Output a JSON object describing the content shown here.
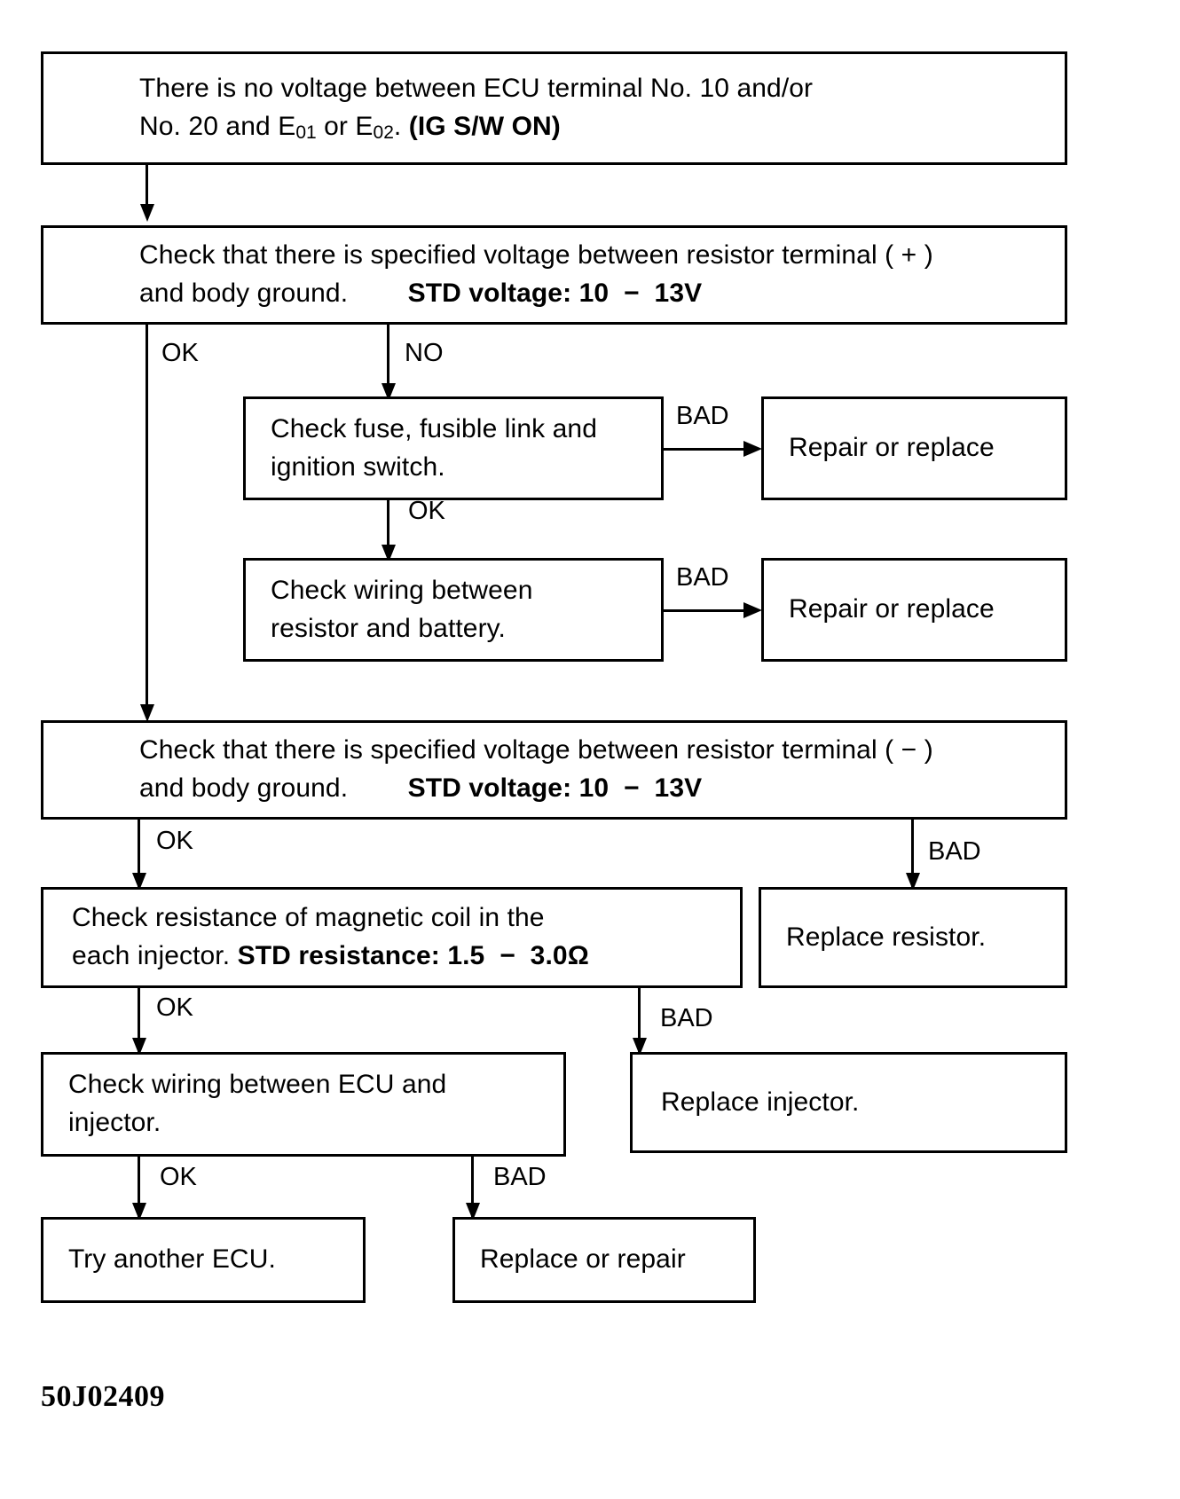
{
  "diagram": {
    "title": "Injector circuit voltage troubleshooting flowchart",
    "caption": "50J02409",
    "nodes": {
      "symptom": {
        "line1": "There is no voltage between ECU terminal No. 10 and/or",
        "line2_a": "No. 20 and E",
        "line2_sub1": "01",
        "line2_b": " or E",
        "line2_sub2": "02",
        "line2_c": ". ",
        "line2_bold": "(IG S/W ON)"
      },
      "check_voltage_plus": {
        "line1": "Check that there is specified voltage between resistor terminal ( + )",
        "line2_a": "and body ground.",
        "line2_spacer": "        ",
        "line2_bold": "STD voltage",
        "line2_b": ": 10  −  13V"
      },
      "check_fuse": {
        "line1": "Check fuse, fusible link and",
        "line2": "ignition switch."
      },
      "repair_replace_1": {
        "line1": "Repair or replace"
      },
      "check_wiring_resistor": {
        "line1": "Check wiring between",
        "line2": "resistor and battery."
      },
      "repair_replace_2": {
        "line1": "Repair or replace"
      },
      "check_voltage_minus": {
        "line1": "Check that there is specified voltage between resistor terminal ( − )",
        "line2_a": "and body ground.",
        "line2_spacer": "        ",
        "line2_bold": "STD voltage",
        "line2_b": ": 10  −  13V"
      },
      "replace_resistor": {
        "line1": "Replace resistor."
      },
      "check_resistance": {
        "line1": "Check resistance of magnetic coil in the",
        "line2_a": "each injector. ",
        "line2_bold": "STD resistance",
        "line2_b": ": 1.5  −  3.0Ω"
      },
      "replace_injector": {
        "line1": "Replace injector."
      },
      "check_wiring_ecu": {
        "line1": "Check wiring between ECU and",
        "line2": "injector."
      },
      "try_another_ecu": {
        "line1": "Try another ECU."
      },
      "replace_or_repair": {
        "line1": "Replace or repair"
      }
    },
    "edge_labels": {
      "ok_1": "OK",
      "no_1": "NO",
      "bad_fuse": "BAD",
      "ok_fuse": "OK",
      "bad_wiring_resistor": "BAD",
      "ok_2": "OK",
      "bad_resistor": "BAD",
      "ok_3": "OK",
      "bad_injector": "BAD",
      "ok_4": "OK",
      "bad_ecu_wiring": "BAD"
    }
  }
}
